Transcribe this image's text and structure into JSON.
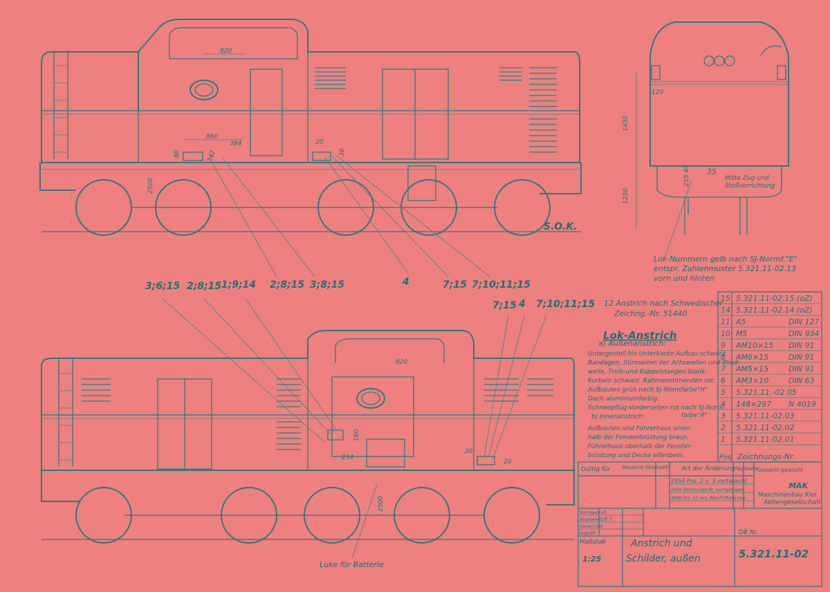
{
  "colors": {
    "paper": "#ee8080",
    "ink": "#2c7a80",
    "text": "#1f6f78"
  },
  "side_view_top": {
    "dims": [
      "820",
      "860",
      "384",
      "20",
      "2500",
      "342",
      "30",
      "80"
    ],
    "ground_label": "S.O.K."
  },
  "end_view": {
    "dims": [
      "1450",
      "1250",
      "120",
      "255 40"
    ],
    "callout_number": "35",
    "coupling_note": [
      "Mitte Zug-und",
      "Stoßvorrichtung"
    ],
    "lok_number_note": [
      "Lok-Nummern gelb nach SJ-Normf.\"E\"",
      "entspr. Zahlenmuster 5.321.11-02.13",
      "vorn und hinten"
    ]
  },
  "callouts_top": [
    "3;6;15",
    "2;8;15",
    "1;9;14",
    "2;8;15",
    "3;8;15",
    "4",
    "7;15",
    "7;10;11;15"
  ],
  "callouts_bottom": [
    "7;15",
    "4",
    "7;10;11;15"
  ],
  "side_view_bottom": {
    "dims": [
      "820",
      "180",
      "234",
      "20",
      "20",
      "2500"
    ],
    "battery_label": "Luke für Batterie"
  },
  "paint_notes": {
    "item12": [
      "12 Anstrich nach Schwedischer",
      "Zeichng.-Nr. 51440"
    ],
    "title": "Lok-Anstrich",
    "outer_heading": "a) Außenanstrich:",
    "outer_lines": [
      "Untergestell bis Unterkante Aufbau schwarz.",
      "Bandagen, Stirnseiten der Achswellen und Blind-",
      "welle, Treib-und Kuppelstangen blank.",
      "Kurbeln schwarz. Rahmenstirnenden rot.",
      "Aufbauten grün nach SJ-Normfarbe\"H\"",
      "Dach aluminiumfarbig.",
      "Schneepflug-Vorderseiten rot nach SJ-Norm-",
      "b) Innenanstrich:"
    ],
    "farbe_note": "farbe\"R\"",
    "inner_lines": [
      "Aufbauten und Führerhaus unter-",
      "halb der Fensterbrüstung braun.",
      "Führerhaus oberhalb der Fenster-",
      "brüstung und Decke elfenbein."
    ]
  },
  "parts_list": {
    "rows": [
      {
        "pos": "15",
        "ref": "5.321.11-02.15.(oZ)",
        "std": ""
      },
      {
        "pos": "14",
        "ref": "5.321.11-02.14.(oZ)",
        "std": ""
      },
      {
        "pos": "11",
        "ref": "A5",
        "std": "DIN 127"
      },
      {
        "pos": "10",
        "ref": "M5",
        "std": "DIN 934"
      },
      {
        "pos": "9",
        "ref": "AM10×15",
        "std": "DIN 91"
      },
      {
        "pos": "8",
        "ref": "AM6×15",
        "std": "DIN 91"
      },
      {
        "pos": "7",
        "ref": "AM5×15",
        "std": "DIN 91"
      },
      {
        "pos": "6",
        "ref": "AM3×10",
        "std": "DIN 63"
      },
      {
        "pos": "5",
        "ref": "5.321.11.-02.05",
        "std": ""
      },
      {
        "pos": "4",
        "ref": "148×297",
        "std": "N 4019"
      },
      {
        "pos": "3",
        "ref": "5.321.11-02.03",
        "std": ""
      },
      {
        "pos": "2",
        "ref": "5.321.11-02.02",
        "std": ""
      },
      {
        "pos": "1",
        "ref": "5.321.11-02.01",
        "std": ""
      }
    ],
    "header_pos": "Pos.",
    "header_ref": "Zeichnungs-Nr."
  },
  "title_block": {
    "gultig": "Gültig für",
    "bauserie": "Bauserie Stückzahl",
    "art": "Art der Änderung",
    "tag": "Tag",
    "name": "Name",
    "gesamt": "Gesamt-gewicht",
    "changes": [
      "2550 Pos. 2 u. 3 vertauscht",
      "2650 Zeichnungs-Nr. nachgetragen",
      "4000 Pos. 12 neu, Beschriftung neu"
    ],
    "company": [
      "MAK",
      "Maschinenbau Kiel",
      "Aktiengesellschaft"
    ],
    "rows_left": [
      "Bearbeitet",
      "Gezeichnet",
      "Geprüft",
      "Normgeprüft"
    ],
    "date": "18.7.",
    "massstab_label": "Maßstab",
    "massstab": "1:25",
    "title": [
      "Anstrich und",
      "Schilder, außen"
    ],
    "dbnr_label": "DB Nr.",
    "drawing_no": "5.321.11-02"
  }
}
